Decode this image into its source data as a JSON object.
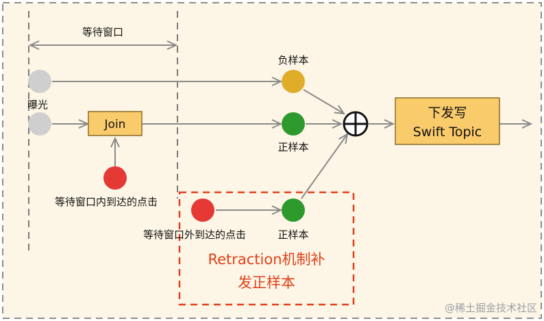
{
  "labels": {
    "window": "等待窗口",
    "exposure": "曝光",
    "negative_sample": "负样本",
    "positive_sample_top": "正样本",
    "positive_sample_bottom": "正样本",
    "click_inside": "等待窗口内到达的点击",
    "click_outside": "等待窗口外到达的点击",
    "join_box": "Join",
    "output_box_line1": "下发写",
    "output_box_line2": "Swift Topic",
    "retraction_line1": "Retraction机制补",
    "retraction_line2": "发正样本",
    "watermark": "@稀土掘金技术社区"
  },
  "symbols": {
    "merge": "⊕"
  },
  "colors": {
    "background": "#fdf6e6",
    "outer_border": "#8c8c8c",
    "window_border": "#7a7a7a",
    "box_fill": "#f9cb6b",
    "box_border": "#8a6d2a",
    "arrow": "#8a8a8a",
    "node_gray": "#cfcfcf",
    "node_gold": "#e0ad2a",
    "node_green": "#2e9a2e",
    "node_red": "#e53935",
    "retraction": "#e0401a"
  }
}
